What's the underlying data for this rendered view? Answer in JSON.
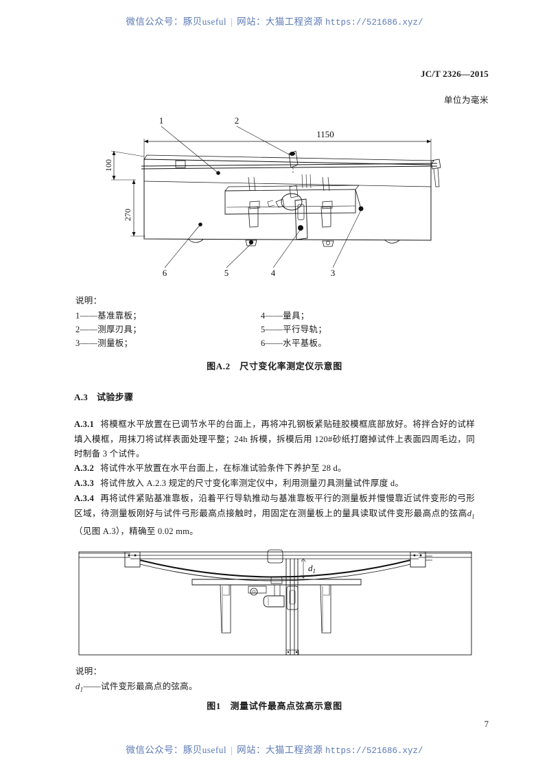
{
  "watermark": {
    "wechat_label": "微信公众号：",
    "wechat_name": "豚贝useful",
    "separator": "|",
    "site_label": "网站：",
    "site_name": "大猫工程资源",
    "url": "https://521686.xyz/",
    "color": "#5c7ab5"
  },
  "header": {
    "standard_number": "JC/T 2326—2015",
    "unit_note": "单位为毫米"
  },
  "figure_a2": {
    "dimensions": {
      "length": "1150",
      "upper_height": "100",
      "total_height": "270"
    },
    "callouts": [
      "1",
      "2",
      "3",
      "4",
      "5",
      "6"
    ],
    "caption": "图A.2　尺寸变化率测定仪示意图",
    "legend_title": "说明：",
    "legend_items": [
      "1——基准靠板；",
      "2——测厚刃具；",
      "3——测量板；",
      "4——量具；",
      "5——平行导轨；",
      "6——水平基板。"
    ]
  },
  "section": {
    "number": "A.3",
    "title": "试验步骤"
  },
  "paragraphs": [
    {
      "number": "A.3.1",
      "text": "将模框水平放置在已调节水平的台面上，再将冲孔钢板紧贴硅胶模框底部放好。将拌合好的试样填入模框，用抹刀将试样表面处理平整；24h 拆模，拆模后用 120#砂纸打磨掉试件上表面四周毛边，同时制备 3 个试件。"
    },
    {
      "number": "A.3.2",
      "text": "将试件水平放置在水平台面上，在标准试验条件下养护至 28 d。"
    },
    {
      "number": "A.3.3",
      "text": "将试件放入 A.2.3 规定的尺寸变化率测定仪中，利用测量刃具测量试件厚度 d。"
    },
    {
      "number": "A.3.4",
      "text_part1": "再将试件紧贴基准靠板，沿着平行导轨推动与基准靠板平行的测量板并慢慢靠近试件变形的弓形区域，待测量板刚好与试件弓形最高点接触时，用固定在测量板上的量具读取试件变形最高点的弦高",
      "symbol": "d",
      "symbol_sub": "1",
      "text_part2": "（见图 A.3），精确至 0.02 mm。"
    }
  ],
  "figure_1": {
    "dimension_symbol": "d",
    "dimension_symbol_sub": "1",
    "caption": "图1　测量试件最高点弦高示意图",
    "legend_title": "说明：",
    "legend_item_symbol": "d",
    "legend_item_symbol_sub": "1",
    "legend_item_text": "——试件变形最高点的弦高。"
  },
  "footer": {
    "page_number": "7"
  }
}
